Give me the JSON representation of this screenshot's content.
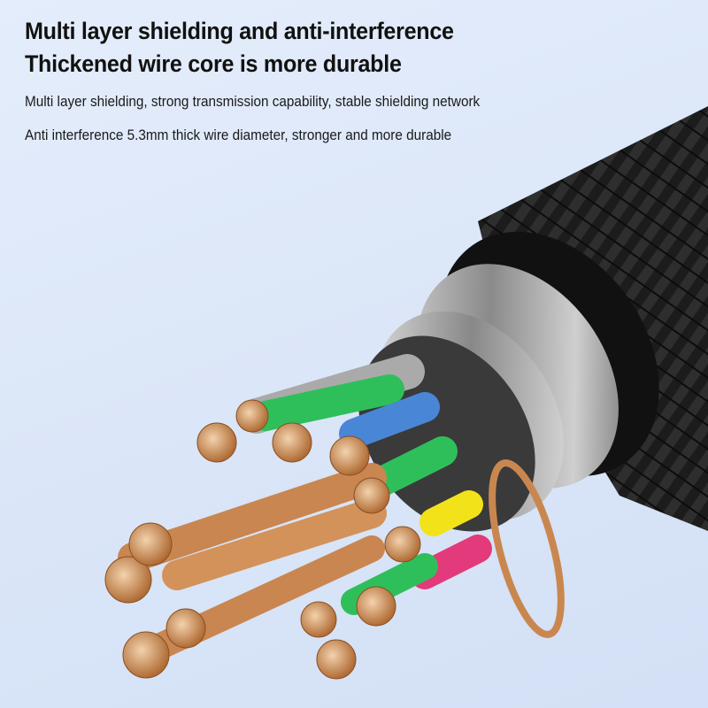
{
  "headline": {
    "line1": "Multi layer shielding and anti-interference",
    "line2": "Thickened wire core is more durable"
  },
  "subtitle": {
    "line1": "Multi layer shielding, strong transmission capability, stable shielding network",
    "line2": "Anti interference 5.3mm thick wire diameter, stronger and more durable"
  },
  "colors": {
    "background": "#dde8f8",
    "jacket": "#1a1a1a",
    "copper": "#c9874f"
  }
}
